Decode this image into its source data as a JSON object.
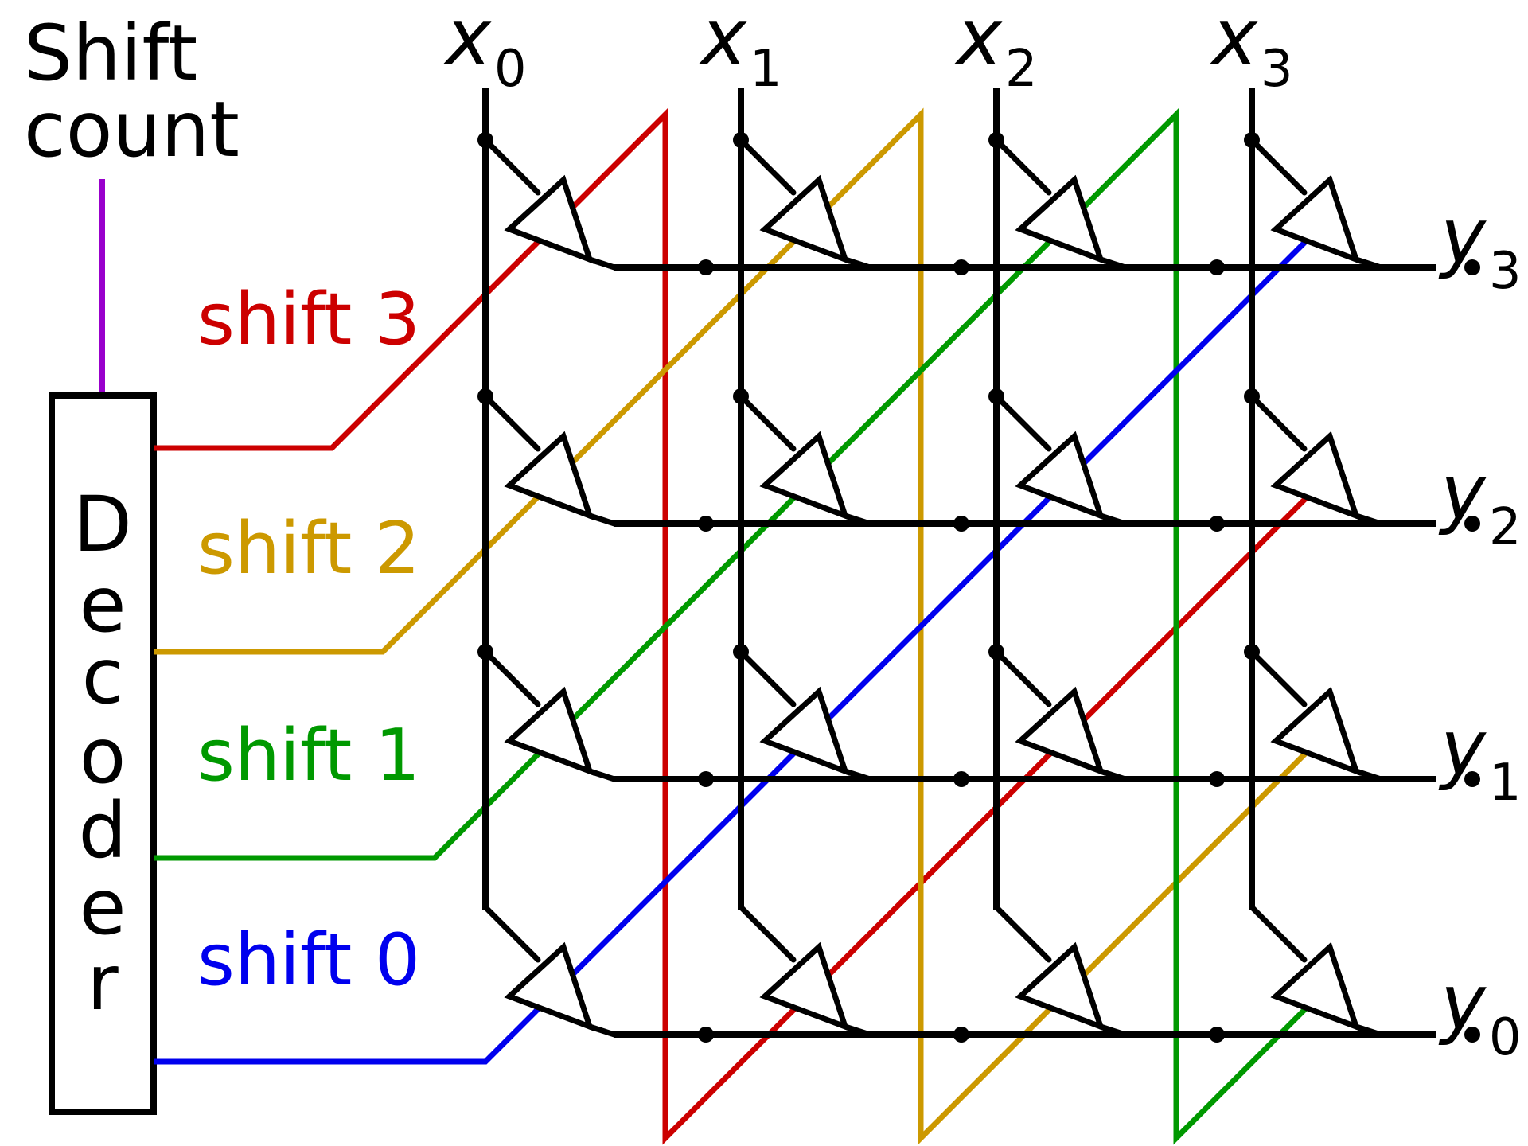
{
  "shift_count_label": [
    "Shift",
    "count"
  ],
  "decoder_letters": [
    "D",
    "e",
    "c",
    "o",
    "d",
    "e",
    "r"
  ],
  "shift_labels": [
    {
      "text": "shift 3",
      "color": "#cc0000"
    },
    {
      "text": "shift 2",
      "color": "#cc9900"
    },
    {
      "text": "shift 1",
      "color": "#009900"
    },
    {
      "text": "shift 0",
      "color": "#0000ee"
    }
  ],
  "inputs": [
    {
      "var": "x",
      "sub": "0"
    },
    {
      "var": "x",
      "sub": "1"
    },
    {
      "var": "x",
      "sub": "2"
    },
    {
      "var": "x",
      "sub": "3"
    }
  ],
  "outputs": [
    {
      "var": "y",
      "sub": "3"
    },
    {
      "var": "y",
      "sub": "2"
    },
    {
      "var": "y",
      "sub": "1"
    },
    {
      "var": "y",
      "sub": "0"
    }
  ],
  "colors": {
    "wire": "#000000",
    "shift_count": "#9900cc",
    "shift3": "#cc0000",
    "shift2": "#cc9900",
    "shift1": "#009900",
    "shift0": "#0000ee"
  }
}
